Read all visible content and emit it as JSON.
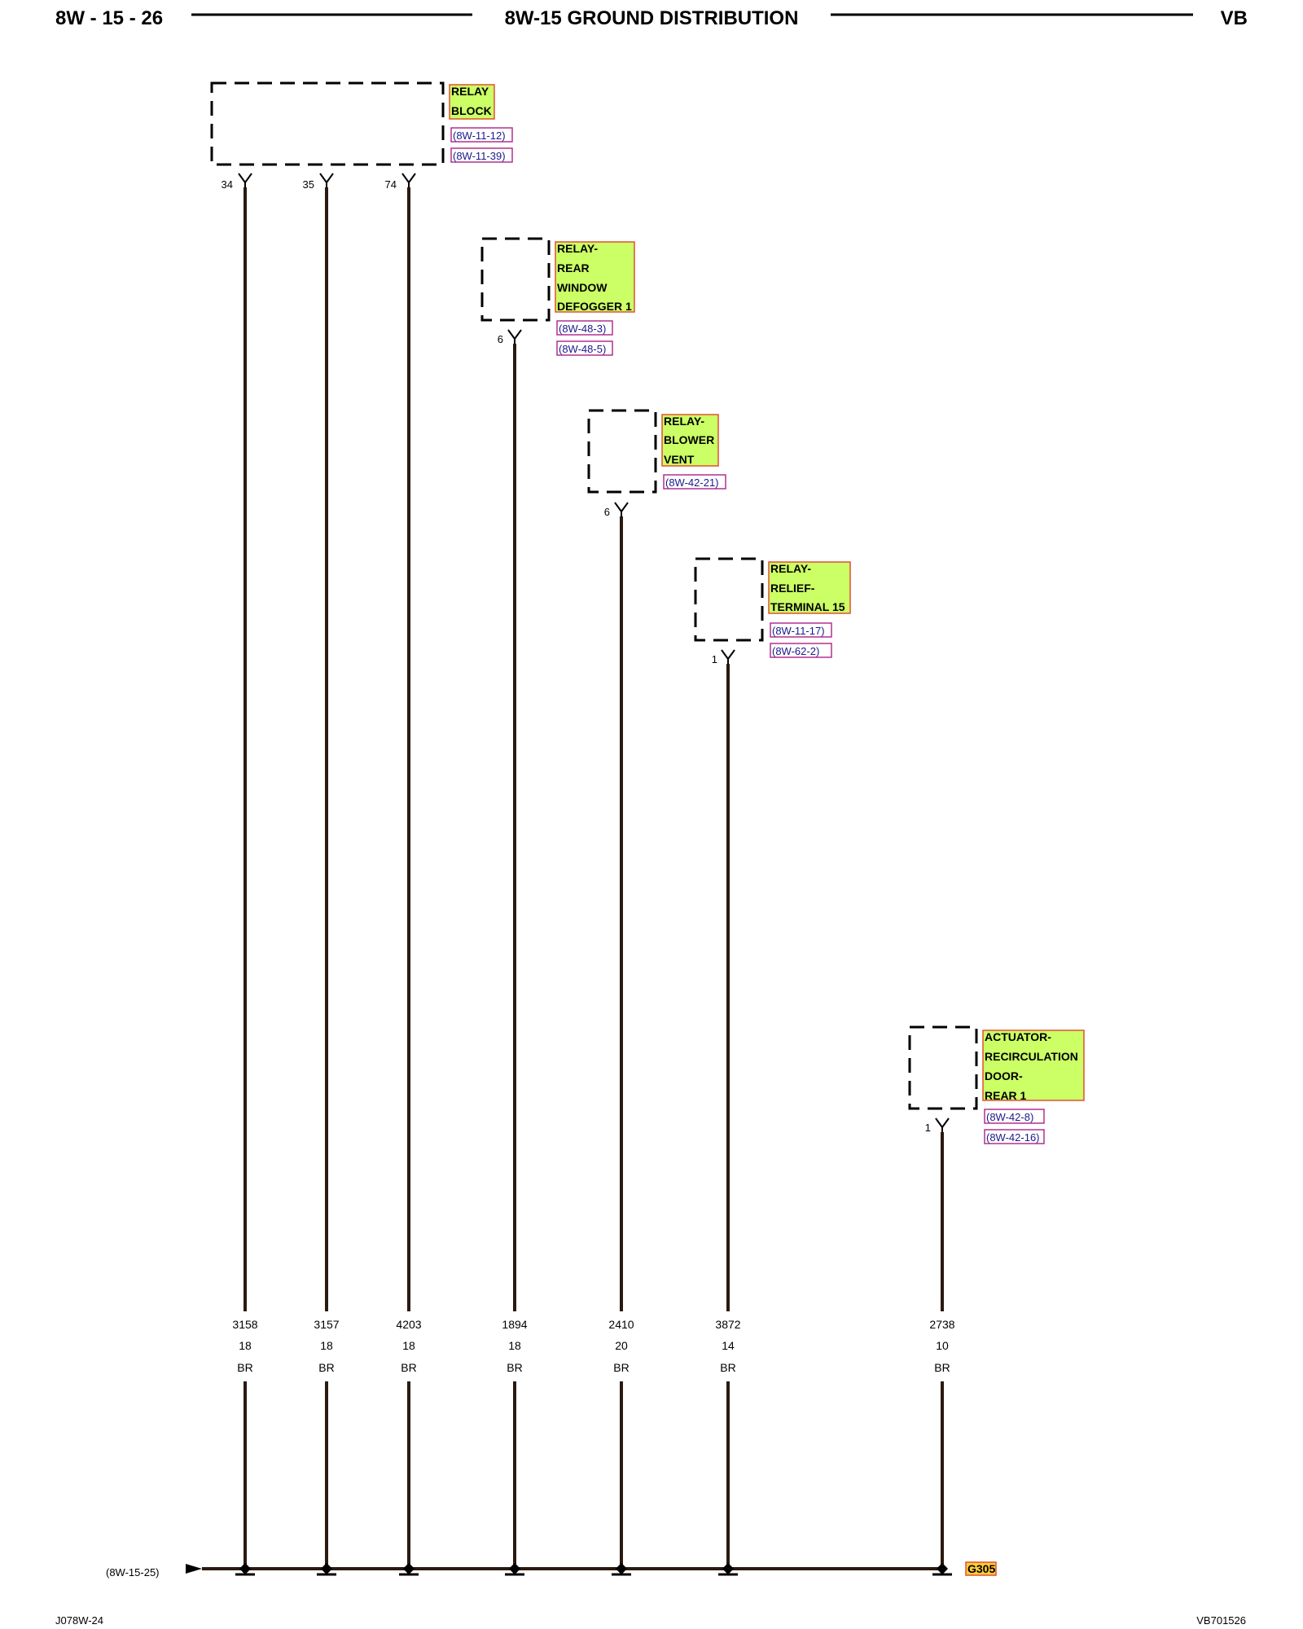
{
  "header": {
    "page_number": "8W - 15 - 26",
    "title": "8W-15 GROUND DISTRIBUTION",
    "model": "VB"
  },
  "components": [
    {
      "label_lines": [
        "RELAY",
        "BLOCK"
      ],
      "refs": [
        "(8W-11-12)",
        "(8W-11-39)"
      ],
      "pins": [
        "34",
        "35",
        "74"
      ]
    },
    {
      "label_lines": [
        "RELAY-",
        "REAR",
        "WINDOW",
        "DEFOGGER 1"
      ],
      "refs": [
        "(8W-48-3)",
        "(8W-48-5)"
      ],
      "pins": [
        "6"
      ]
    },
    {
      "label_lines": [
        "RELAY-",
        "BLOWER",
        "VENT"
      ],
      "refs": [
        "(8W-42-21)"
      ],
      "pins": [
        "6"
      ]
    },
    {
      "label_lines": [
        "RELAY-",
        "RELIEF-",
        "TERMINAL 15"
      ],
      "refs": [
        "(8W-11-17)",
        "(8W-62-2)"
      ],
      "pins": [
        "1"
      ]
    },
    {
      "label_lines": [
        "ACTUATOR-",
        "RECIRCULATION",
        "DOOR-",
        "REAR 1"
      ],
      "refs": [
        "(8W-42-8)",
        "(8W-42-16)"
      ],
      "pins": [
        "1"
      ]
    }
  ],
  "wires": [
    {
      "circuit": "3158",
      "gauge": "18",
      "color": "BR"
    },
    {
      "circuit": "3157",
      "gauge": "18",
      "color": "BR"
    },
    {
      "circuit": "4203",
      "gauge": "18",
      "color": "BR"
    },
    {
      "circuit": "1894",
      "gauge": "18",
      "color": "BR"
    },
    {
      "circuit": "2410",
      "gauge": "20",
      "color": "BR"
    },
    {
      "circuit": "3872",
      "gauge": "14",
      "color": "BR"
    },
    {
      "circuit": "2738",
      "gauge": "10",
      "color": "BR"
    }
  ],
  "ground": {
    "continuation_ref": "(8W-15-25)",
    "ground_label": "G305"
  },
  "footer": {
    "left_code": "J078W-24",
    "right_code": "VB701526"
  },
  "colors": {
    "wire": "#2a1a10",
    "label_fill": "#ccff66",
    "label_border": "#e05030",
    "ref_border": "#b03090",
    "ground_label_fill": "#ffcc33"
  }
}
